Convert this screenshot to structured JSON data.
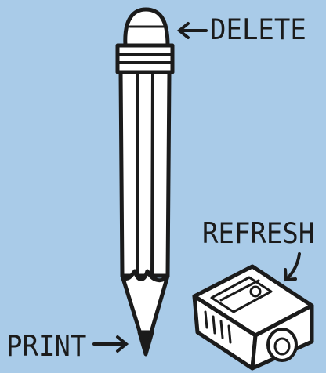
{
  "labels": {
    "delete": "DELETE",
    "refresh": "REFRESH",
    "print": "PRINT"
  },
  "objects": {
    "pencil": "pencil-icon",
    "eraser": "eraser-icon",
    "sharpener": "pencil-sharpener-icon"
  },
  "colors": {
    "background": "#a9cbe8",
    "ink": "#1b1b1b",
    "paper": "#ffffff"
  }
}
